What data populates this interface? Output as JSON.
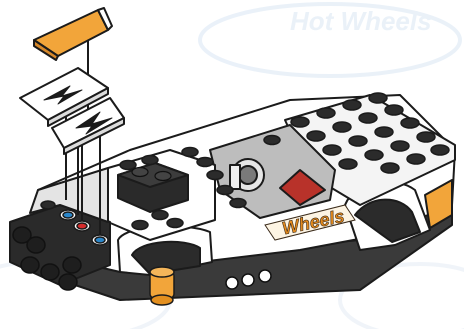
{
  "watermark": {
    "text": "Hot Wheels",
    "color": "#e8f0f8"
  },
  "decal": {
    "text": "Wheels",
    "color": "#e58a1c",
    "outline": "#3a2a1a"
  },
  "colors": {
    "outline": "#1b1b1b",
    "body_white": "#ffffff",
    "body_grey": "#dcdcdc",
    "dark_grey": "#5a5a5a",
    "black": "#222222",
    "orange": "#f2a53a",
    "blue": "#2a86c9",
    "red": "#d42b2b",
    "seat_red": "#b8322a",
    "interior_grey": "#b9b9b9"
  },
  "parts": {
    "windshield_orange": "orange-slope-piece",
    "tile_1": "white-printed-tile",
    "tile_2": "white-printed-tile",
    "pins": [
      "blue-pin",
      "red-pin",
      "blue-pin"
    ]
  }
}
